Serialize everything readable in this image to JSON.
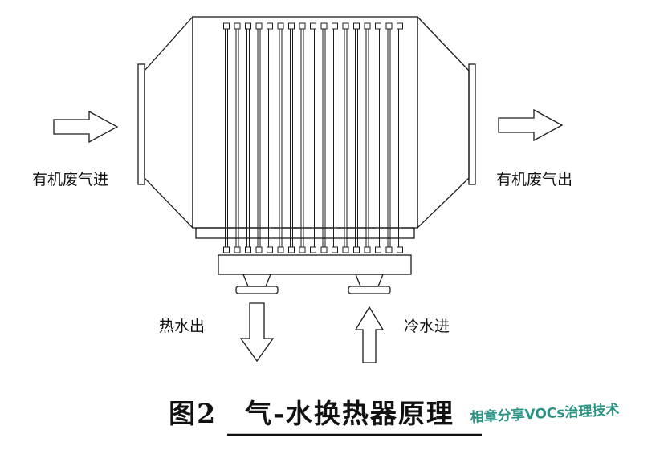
{
  "figure": {
    "caption": "图2　气-水换热器原理",
    "watermark": "相章分享VOCs治理技术"
  },
  "labels": {
    "gas_in": "有机废气进",
    "gas_out": "有机废气出",
    "hot_water_out": "热水出",
    "cold_water_in": "冷水进"
  },
  "colors": {
    "line": "#1c1c1c",
    "watermark": "#2a9384",
    "background": "#ffffff"
  }
}
